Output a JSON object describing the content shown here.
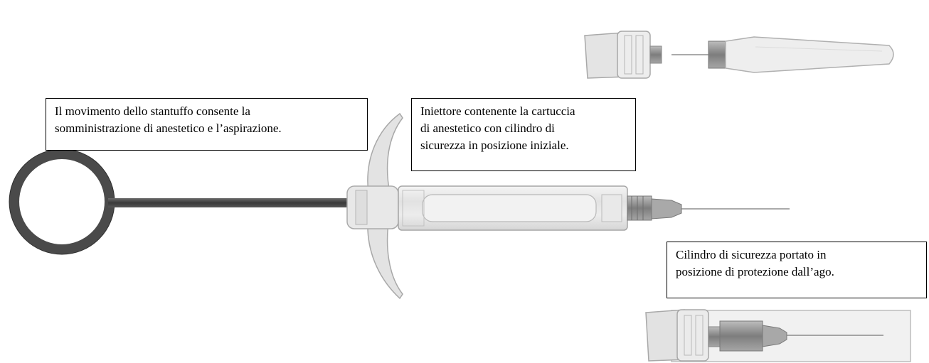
{
  "callouts": {
    "plunger": {
      "line1": "Il movimento dello stantuffo consente la",
      "line2": "somministrazione di anestetico e l’aspirazione."
    },
    "injector": {
      "line1": "Iniettore contenente la cartuccia",
      "line2": "di anestetico con cilindro di",
      "line3": "sicurezza in posizione iniziale."
    },
    "safety_cylinder": {
      "line1": "Cilindro di sicurezza portato in",
      "line2": "posizione di protezione dall’ago."
    }
  },
  "colors": {
    "ring": "#4a4a4a",
    "rod": "#3c3c3c",
    "translucent_body": "#e6e6e6",
    "outline": "#a8a8a8",
    "metal_thread": "#8a8a8a"
  }
}
